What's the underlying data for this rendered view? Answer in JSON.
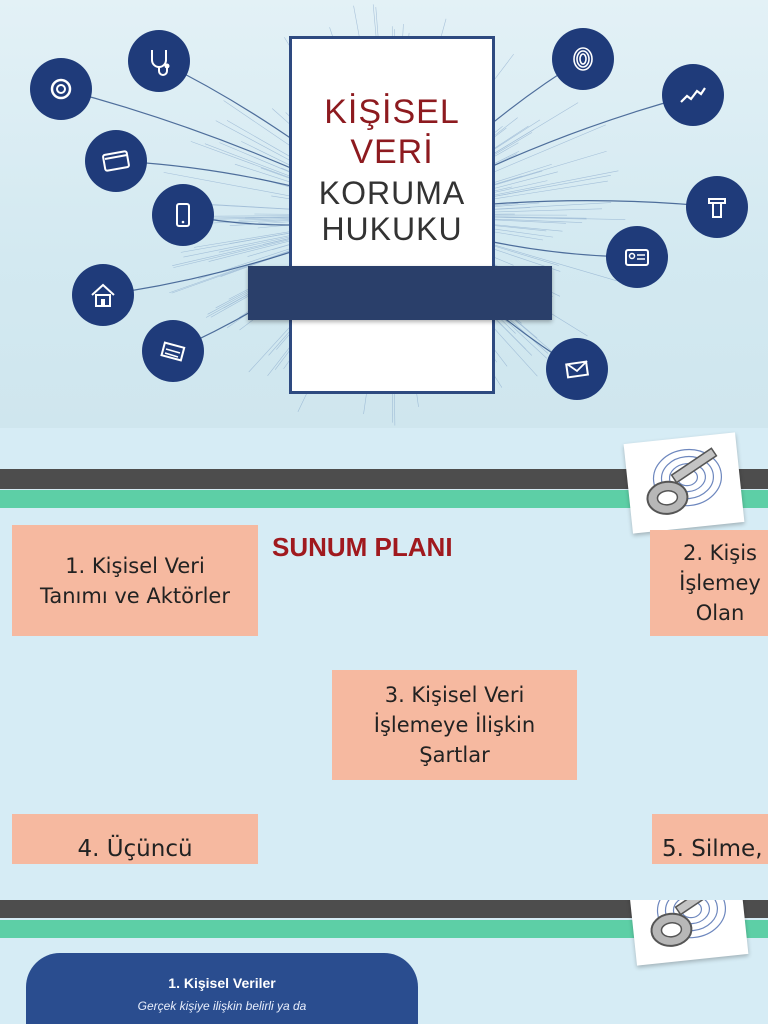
{
  "cover": {
    "title_line1": "KİŞİSEL",
    "title_line2": "VERİ",
    "title_line3": "KORUMA",
    "title_line4": "HUKUKU",
    "accent_red": "#8d1a1f",
    "accent_navy": "#2a3f6a",
    "icons_left": [
      "at-sign-icon",
      "stethoscope-icon",
      "credit-card-icon",
      "mobile-phone-icon",
      "house-icon",
      "documents-icon"
    ],
    "icons_right": [
      "fingerprint-icon",
      "stock-chart-icon",
      "podium-icon",
      "id-card-icon",
      "envelope-icon"
    ]
  },
  "plan": {
    "title": "SUNUM PLANI",
    "items": [
      {
        "line1": "1. Kişisel Veri",
        "line2": "Tanımı ve Aktörler",
        "line3": ""
      },
      {
        "line1": "2. Kişis",
        "line2": "İşlemey",
        "line3": "Olan"
      },
      {
        "line1": "3. Kişisel Veri",
        "line2": "İşlemeye İlişkin",
        "line3": "Şartlar"
      },
      {
        "line1": "4. Üçüncü",
        "line2": "",
        "line3": ""
      },
      {
        "line1": "5. Silme,",
        "line2": "",
        "line3": ""
      }
    ],
    "box_color": "#f6b9a0",
    "strip_green": "#5dcfa6"
  },
  "definition": {
    "title": "1. Kişisel Veriler",
    "subtitle": "Gerçek kişiye ilişkin belirli ya da"
  }
}
